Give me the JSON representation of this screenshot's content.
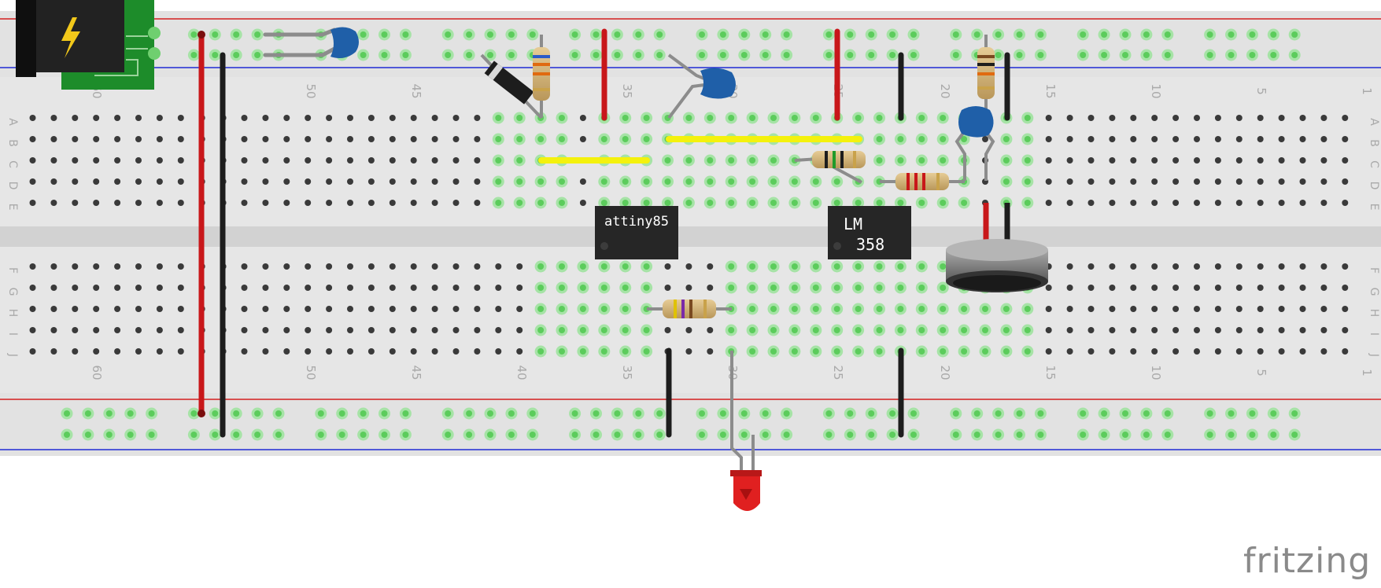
{
  "watermark": "fritzing",
  "chips": {
    "mcu": "attiny85",
    "opamp_line1": "LM",
    "opamp_line2": "358"
  },
  "breadboard": {
    "row_letters_top": [
      "A",
      "B",
      "C",
      "D",
      "E"
    ],
    "row_letters_bottom": [
      "F",
      "G",
      "H",
      "I",
      "J"
    ],
    "column_labels": [
      "60",
      "50",
      "45",
      "40",
      "35",
      "30",
      "25",
      "20",
      "15",
      "10",
      "5",
      "1"
    ]
  },
  "colors": {
    "board": "#e7e7e7",
    "rail_red": "#d41f1f",
    "rail_blue": "#1f2ad4",
    "wire_red": "#c8171a",
    "wire_black": "#1d1d1d",
    "wire_yellow": "#f4f10d",
    "lead": "#8c8c8c",
    "capacitor": "#1f5fa8",
    "chip": "#262626",
    "led": "#e02020",
    "pcb_green": "#1d8c2a",
    "hole": "#3a3a3a",
    "hole_active": "#5ccc5c"
  },
  "icons": [
    "power-jack-icon",
    "lightning-bolt-icon"
  ]
}
